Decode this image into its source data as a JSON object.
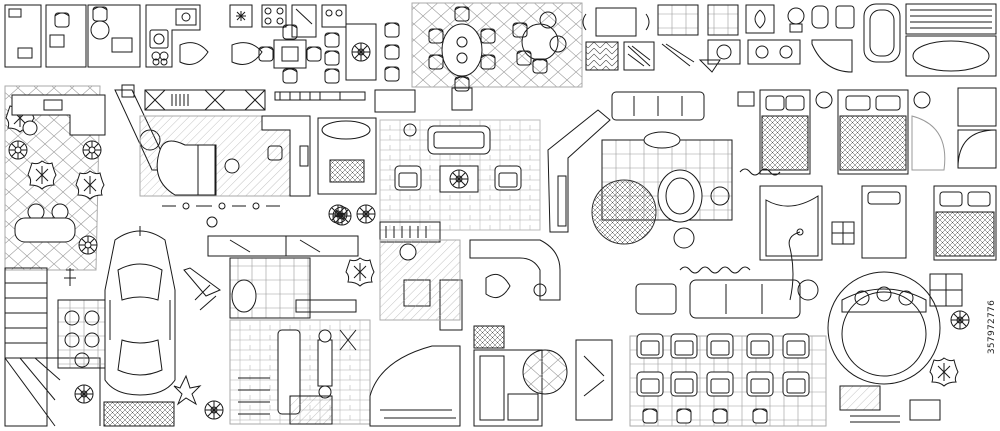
{
  "watermark": {
    "stock_id": "357972776"
  },
  "palette": {
    "ink": "#1a1a1a",
    "paper": "#ffffff",
    "hatch": "#9a9a9a"
  },
  "sections": [
    "living-room-furniture",
    "dining-sets",
    "kitchen-appliances",
    "bathroom-fixtures",
    "bedroom-beds",
    "office-desks",
    "garden-plants",
    "car-top-view",
    "staircase",
    "rugs-and-carpets"
  ]
}
